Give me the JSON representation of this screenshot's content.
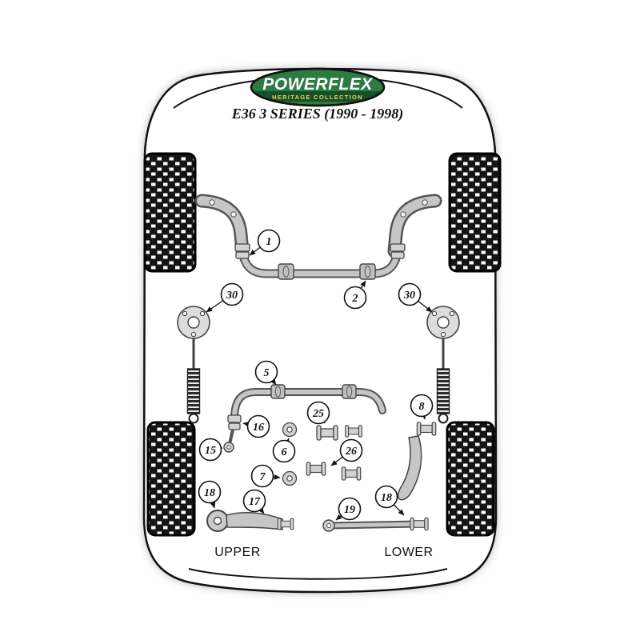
{
  "diagram": {
    "brand": {
      "name": "POWERFLEX",
      "subtitle": "HERITAGE COLLECTION",
      "badge_bg": "#2e7a43",
      "badge_band": "#14512a",
      "badge_text": "#ffffff",
      "badge_subtext": "#f5d04c"
    },
    "title": "E36 3 SERIES (1990 - 1998)",
    "labels": {
      "upper": "UPPER",
      "lower": "LOWER"
    },
    "colors": {
      "outline": "#111111",
      "component_gray": "#c6c6c6"
    },
    "callouts": [
      {
        "number": "1"
      },
      {
        "number": "2"
      },
      {
        "number": "30"
      },
      {
        "number": "30"
      },
      {
        "number": "5"
      },
      {
        "number": "16"
      },
      {
        "number": "15"
      },
      {
        "number": "25"
      },
      {
        "number": "6"
      },
      {
        "number": "26"
      },
      {
        "number": "7"
      },
      {
        "number": "8"
      },
      {
        "number": "17"
      },
      {
        "number": "18"
      },
      {
        "number": "19"
      },
      {
        "number": "18"
      }
    ]
  }
}
